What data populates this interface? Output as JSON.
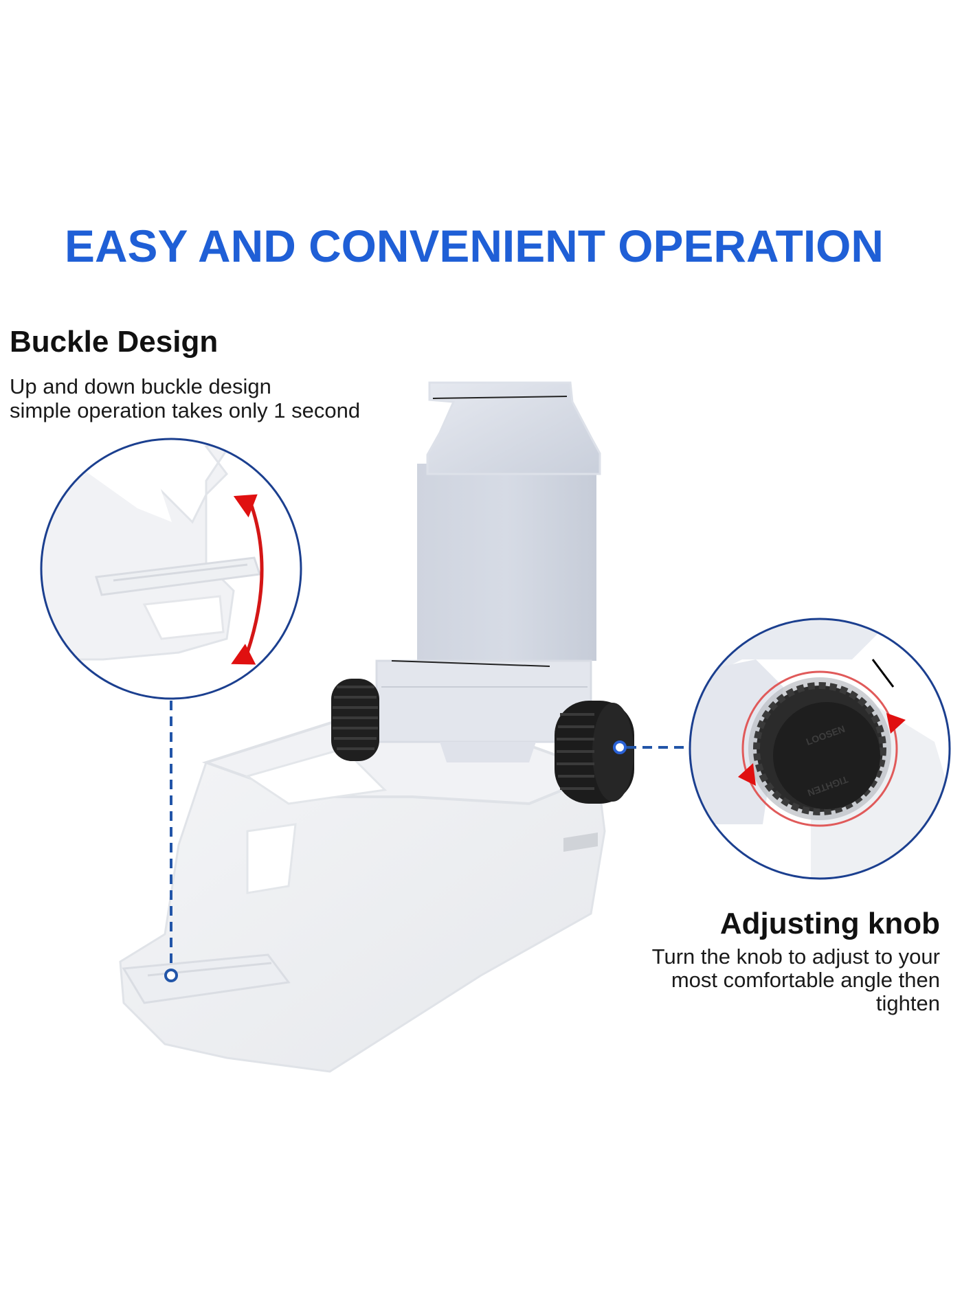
{
  "banner": {
    "title": "EASY AND CONVENIENT OPERATION",
    "title_color": "#1f5fd6"
  },
  "features": {
    "buckle": {
      "heading": "Buckle Design",
      "lines": [
        "Up and down buckle design",
        "simple operation takes only 1 second"
      ]
    },
    "knob": {
      "heading": "Adjusting knob",
      "lines": [
        "Turn the knob to adjust to your",
        "most comfortable angle then",
        "tighten"
      ]
    }
  },
  "callouts": {
    "circle_color": "#1b3f8f",
    "dash_color": "#2255a8",
    "arrow_color": "#e01010",
    "knob_labels": [
      "LOOSEN",
      "TIGHTEN"
    ]
  },
  "icons": [
    "phone-clamp-product",
    "rotate-arrow-icon",
    "bidirectional-arrow-icon"
  ]
}
